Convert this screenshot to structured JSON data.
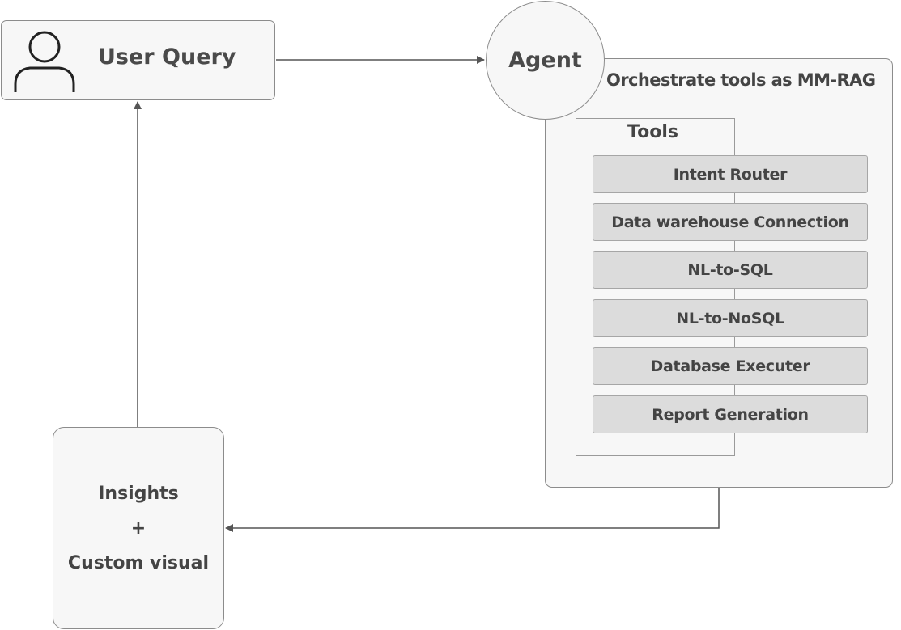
{
  "user_query": {
    "label": "User Query",
    "icon": "user-icon"
  },
  "agent": {
    "label": "Agent"
  },
  "orchestrator": {
    "label": "Orchestrate tools as MM-RAG"
  },
  "tools": {
    "title": "Tools",
    "items": [
      {
        "label": "Intent Router"
      },
      {
        "label": "Data warehouse Connection"
      },
      {
        "label": "NL-to-SQL"
      },
      {
        "label": "NL-to-NoSQL"
      },
      {
        "label": "Database Executer"
      },
      {
        "label": "Report Generation"
      }
    ]
  },
  "output": {
    "line1": "Insights",
    "line2": "+",
    "line3": "Custom visual"
  },
  "colors": {
    "box_fill": "#f7f7f7",
    "box_stroke": "#8c8c8c",
    "tool_fill": "#dcdcdc",
    "text": "#444444",
    "arrow": "#555555"
  }
}
